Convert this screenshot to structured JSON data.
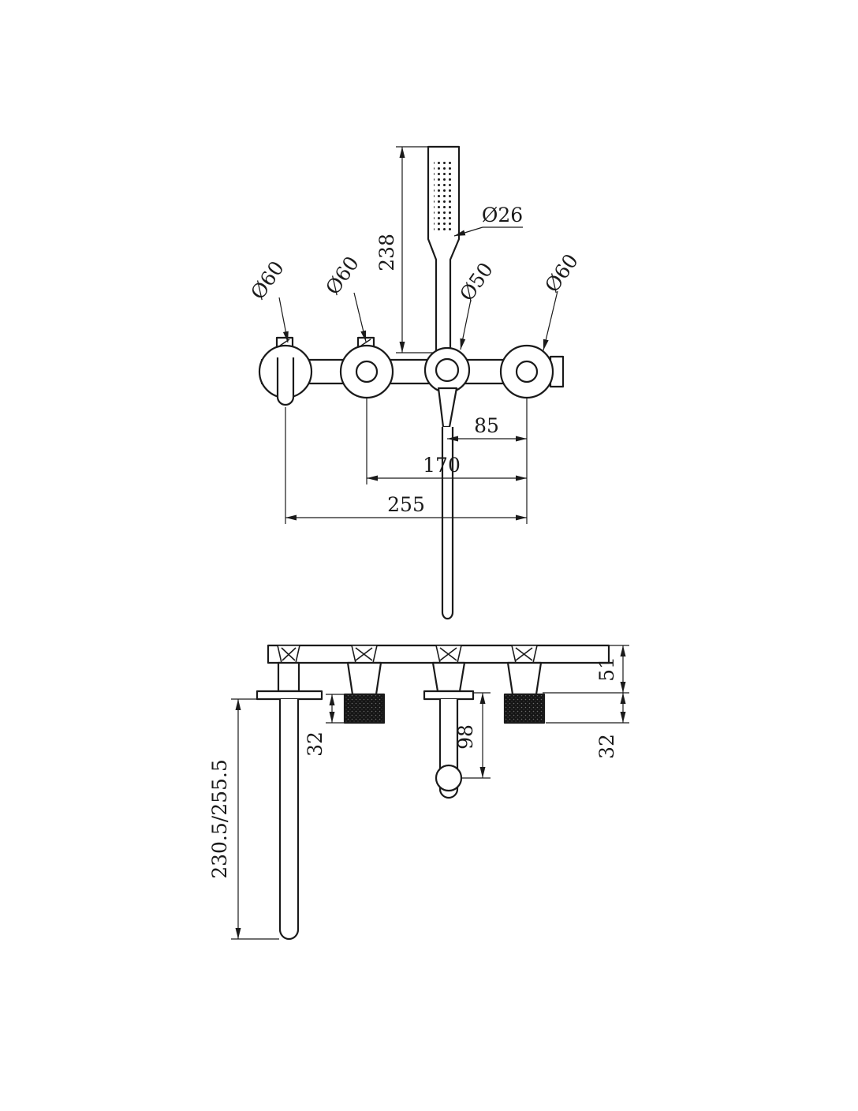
{
  "drawing": {
    "kind": "technical-dimension-drawing",
    "views": [
      "front-elevation",
      "side-profile"
    ]
  },
  "front_view": {
    "hand_shower_dia": "Ø26",
    "hand_shower_len": "238",
    "knob_left_dia": "Ø60",
    "knob_mid_dia": "Ø60",
    "bracket_dia": "Ø50",
    "knob_right_dia": "Ø60",
    "spacing_right": "85",
    "spacing_mid": "170",
    "spacing_total": "255"
  },
  "side_view": {
    "body_depth": "51",
    "trim_depth_left": "32",
    "diverter_drop": "98",
    "trim_depth_right": "32",
    "spout_reach": "230.5/255.5"
  },
  "colors": {
    "line": "#1a1a1a",
    "background": "#ffffff",
    "knurl_fill": "#151515"
  }
}
